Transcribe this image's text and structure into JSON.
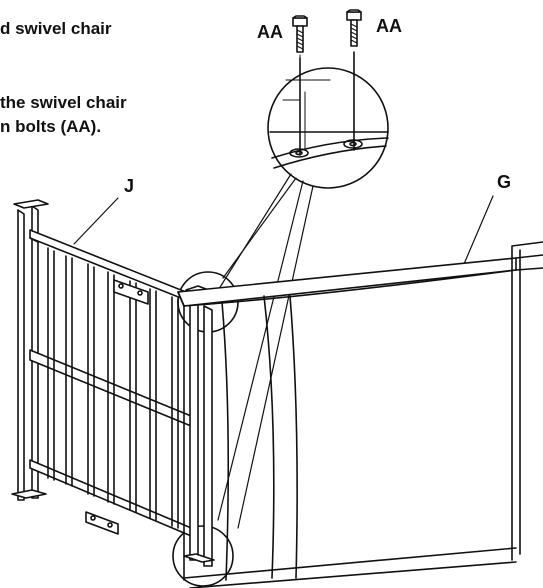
{
  "instructions": {
    "line1": "d swivel chair",
    "line2": "the swivel chair",
    "line3": "n bolts (AA)."
  },
  "labels": {
    "bolt_left": "AA",
    "bolt_right": "AA",
    "part_j": "J",
    "part_g": "G"
  },
  "colors": {
    "line": "#111111",
    "background": "#ffffff"
  }
}
